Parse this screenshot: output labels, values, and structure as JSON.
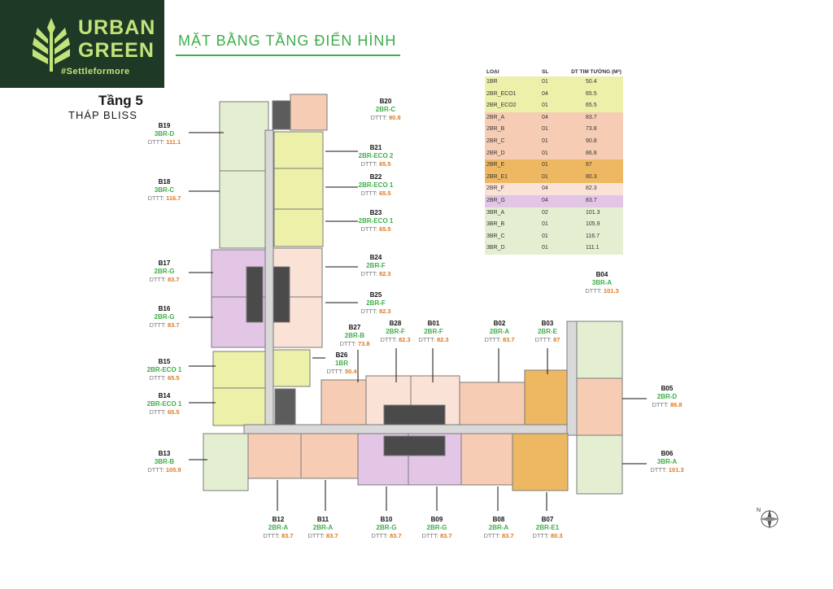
{
  "logo": {
    "line1": "URBAN",
    "line2": "GREEN",
    "tagline": "#Settleformore"
  },
  "title": "MẶT BẰNG TẦNG ĐIỂN HÌNH",
  "floor": "Tầng 5",
  "tower": "THÁP BLISS",
  "legend": {
    "headers": {
      "type": "LOẠI",
      "qty": "SL",
      "area": "DT TIM TƯỜNG (M²)"
    },
    "rows": [
      {
        "type": "1BR",
        "qty": "01",
        "area": "50.4",
        "color": "#ecf0a8"
      },
      {
        "type": "2BR_ECO1",
        "qty": "04",
        "area": "65.5",
        "color": "#ecf0a8"
      },
      {
        "type": "2BR_ECO2",
        "qty": "01",
        "area": "65.5",
        "color": "#ecf0a8"
      },
      {
        "type": "2BR_A",
        "qty": "04",
        "area": "83.7",
        "color": "#f6cdb4"
      },
      {
        "type": "2BR_B",
        "qty": "01",
        "area": "73.8",
        "color": "#f6cdb4"
      },
      {
        "type": "2BR_C",
        "qty": "01",
        "area": "90.8",
        "color": "#f6cdb4"
      },
      {
        "type": "2BR_D",
        "qty": "01",
        "area": "86.8",
        "color": "#f6cdb4"
      },
      {
        "type": "2BR_E",
        "qty": "01",
        "area": "87",
        "color": "#eeb862"
      },
      {
        "type": "2BR_E1",
        "qty": "01",
        "area": "80.3",
        "color": "#eeb862"
      },
      {
        "type": "2BR_F",
        "qty": "04",
        "area": "82.3",
        "color": "#fae3d6"
      },
      {
        "type": "2BR_G",
        "qty": "04",
        "area": "83.7",
        "color": "#e3c6e6"
      },
      {
        "type": "3BR_A",
        "qty": "02",
        "area": "101.3",
        "color": "#e4efd2"
      },
      {
        "type": "3BR_B",
        "qty": "01",
        "area": "105.9",
        "color": "#e4efd2"
      },
      {
        "type": "3BR_C",
        "qty": "01",
        "area": "116.7",
        "color": "#e4efd2"
      },
      {
        "type": "3BR_D",
        "qty": "01",
        "area": "111.1",
        "color": "#e4efd2"
      }
    ]
  },
  "area_prefix": "DTTT:",
  "units": [
    {
      "id": "B20",
      "type": "2BR-C",
      "area": "90.8"
    },
    {
      "id": "B19",
      "type": "3BR-D",
      "area": "111.1"
    },
    {
      "id": "B21",
      "type": "2BR-ECO 2",
      "area": "65.5"
    },
    {
      "id": "B22",
      "type": "2BR-ECO 1",
      "area": "65.5"
    },
    {
      "id": "B18",
      "type": "3BR-C",
      "area": "116.7"
    },
    {
      "id": "B23",
      "type": "2BR-ECO 1",
      "area": "65.5"
    },
    {
      "id": "B24",
      "type": "2BR-F",
      "area": "82.3"
    },
    {
      "id": "B17",
      "type": "2BR-G",
      "area": "83.7"
    },
    {
      "id": "B25",
      "type": "2BR-F",
      "area": "82.3"
    },
    {
      "id": "B16",
      "type": "2BR-G",
      "area": "83.7"
    },
    {
      "id": "B04",
      "type": "3BR-A",
      "area": "101.3"
    },
    {
      "id": "B28",
      "type": "2BR-F",
      "area": "82.3"
    },
    {
      "id": "B01",
      "type": "2BR-F",
      "area": "82.3"
    },
    {
      "id": "B02",
      "type": "2BR-A",
      "area": "83.7"
    },
    {
      "id": "B03",
      "type": "2BR-E",
      "area": "87"
    },
    {
      "id": "B27",
      "type": "2BR-B",
      "area": "73.8"
    },
    {
      "id": "B26",
      "type": "1BR",
      "area": "50.4"
    },
    {
      "id": "B15",
      "type": "2BR-ECO 1",
      "area": "65.5"
    },
    {
      "id": "B05",
      "type": "2BR-D",
      "area": "86.8"
    },
    {
      "id": "B14",
      "type": "2BR-ECO 1",
      "area": "65.5"
    },
    {
      "id": "B13",
      "type": "3BR-B",
      "area": "105.9"
    },
    {
      "id": "B06",
      "type": "3BR-A",
      "area": "101.3"
    },
    {
      "id": "B12",
      "type": "2BR-A",
      "area": "83.7"
    },
    {
      "id": "B11",
      "type": "2BR-A",
      "area": "83.7"
    },
    {
      "id": "B10",
      "type": "2BR-G",
      "area": "83.7"
    },
    {
      "id": "B09",
      "type": "2BR-G",
      "area": "83.7"
    },
    {
      "id": "B08",
      "type": "2BR-A",
      "area": "83.7"
    },
    {
      "id": "B07",
      "type": "2BR-E1",
      "area": "80.3"
    }
  ],
  "compass_label": "N"
}
